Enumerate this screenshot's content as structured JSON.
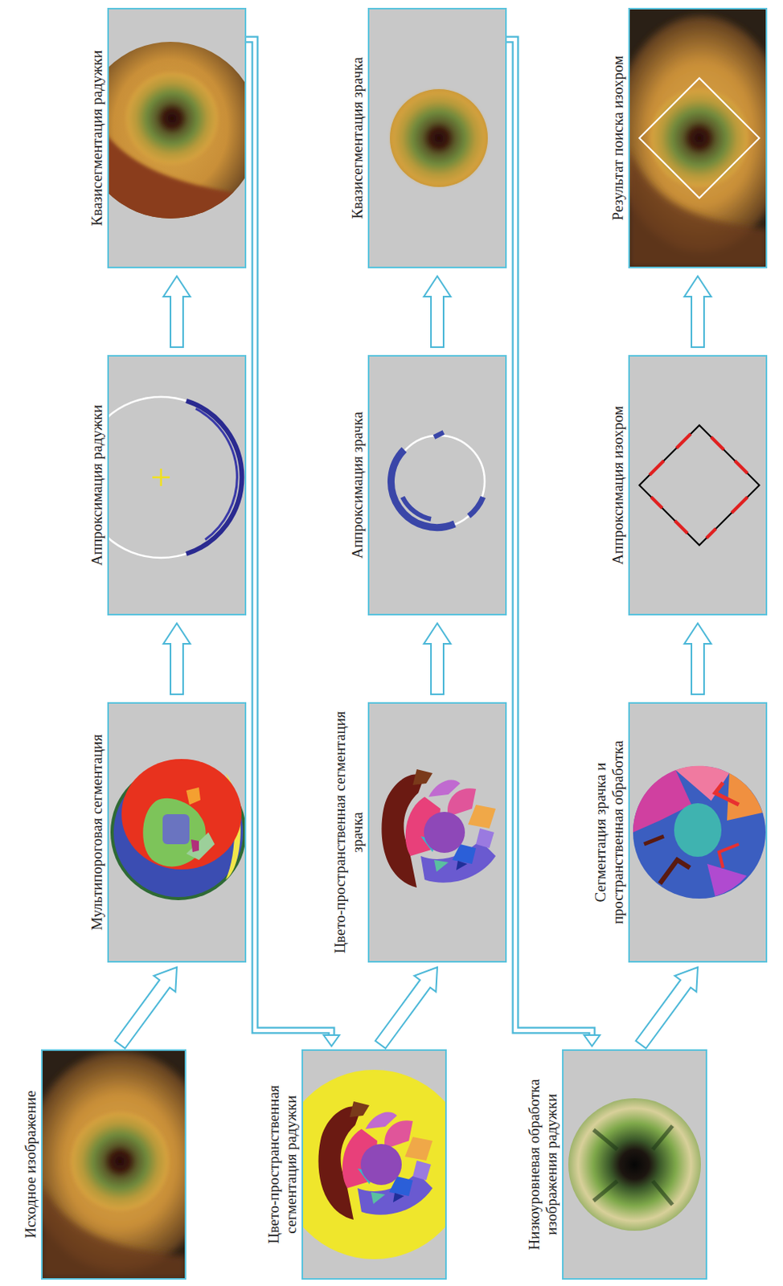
{
  "diagram": {
    "nodes": [
      {
        "text": [
          "Исходное изображение"
        ]
      },
      {
        "text": [
          "Мультипороговая сегментация"
        ]
      },
      {
        "text": [
          "Аппроксимация радужки"
        ]
      },
      {
        "text": [
          "Квазисегментация радужки"
        ]
      },
      {
        "text": [
          "Цвето-пространственная сегментация радужки"
        ]
      },
      {
        "text": [
          "Цвето-пространственная сегментация зрачка"
        ]
      },
      {
        "text": [
          "Аппроксимация зрачка"
        ]
      },
      {
        "text": [
          "Квазисегментация зрачка"
        ]
      },
      {
        "text": [
          "Низкоуровневая обработка изображения радужки"
        ]
      },
      {
        "text": [
          "Сегментация зрачка и пространственная обработка"
        ]
      },
      {
        "text": [
          "Аппроксимация изохром"
        ]
      },
      {
        "text": [
          "Результат поиска изохром"
        ]
      }
    ],
    "edges": [
      {
        "from": 0,
        "to": 1,
        "arrow": "to"
      },
      {
        "from": 1,
        "to": 2,
        "arrow": "to"
      },
      {
        "from": 2,
        "to": 3,
        "arrow": "to"
      },
      {
        "from": 3,
        "to": 4,
        "arrow": "to"
      },
      {
        "from": 4,
        "to": 5,
        "arrow": "to"
      },
      {
        "from": 5,
        "to": 6,
        "arrow": "to"
      },
      {
        "from": 6,
        "to": 7,
        "arrow": "to"
      },
      {
        "from": 7,
        "to": 8,
        "arrow": "to"
      },
      {
        "from": 8,
        "to": 9,
        "arrow": "to"
      },
      {
        "from": 9,
        "to": 10,
        "arrow": "to"
      },
      {
        "from": 10,
        "to": 11,
        "arrow": "to"
      }
    ]
  }
}
